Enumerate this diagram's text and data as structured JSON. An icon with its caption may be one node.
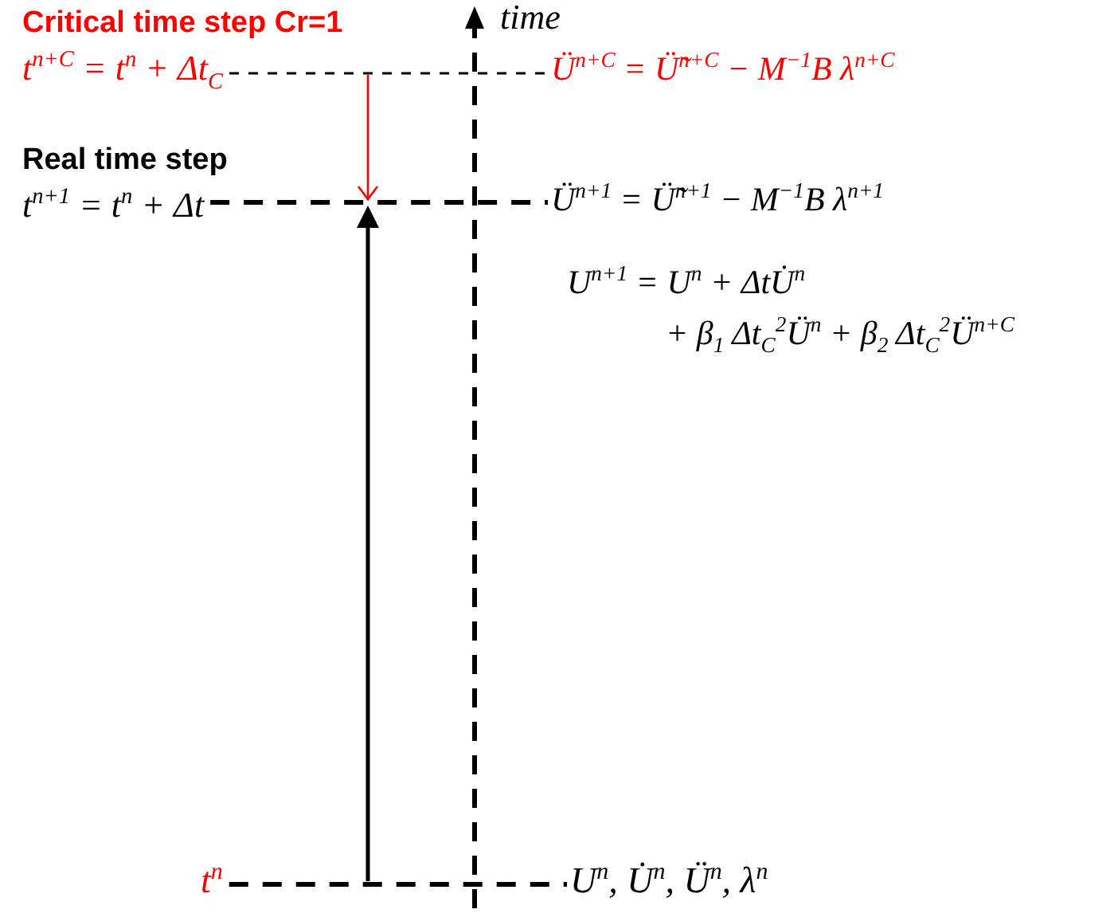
{
  "diagram": {
    "nodes": [
      {
        "text": [
          "Critical time step Cr=1",
          "t$^{n+C}$ = t$^{n}$ + Δt$_{C}$"
        ]
      },
      {
        "text": [
          "Real time step",
          "t$^{n+1}$ = t$^{n}$ + Δt"
        ]
      },
      {
        "text": [
          "t$^{n}$"
        ]
      },
      {
        "text": [
          "Ü$^{n+C}$ = Ü̃$^{n+C}$ − M$^{−1}$B λ$^{n+C}$"
        ]
      },
      {
        "text": [
          "Ü$^{n+1}$ = Ü̃$^{n+1}$ − M$^{−1}$B λ$^{n+1}$"
        ]
      },
      {
        "text": [
          "U$^{n+1}$ = U$^{n}$ + ΔtU̇$^{n}$",
          "+ β$_{1}$ Δt$_{C}$$^{2}$Ü$^{n}$ + β$_{2}$ Δt$_{C}$$^{2}$Ü$^{n+C}$"
        ]
      },
      {
        "text": [
          "U$^{n}$, U̇$^{n}$, Ü$^{n}$, λ$^{n}$"
        ]
      }
    ],
    "edges": [
      {
        "from": 0,
        "to": 3,
        "arrow": "none",
        "style": "dashed"
      },
      {
        "from": 1,
        "to": 4,
        "arrow": "none",
        "style": "dashed"
      },
      {
        "from": 2,
        "to": 6,
        "arrow": "none",
        "style": "dashed"
      }
    ],
    "labels": [
      "time"
    ]
  }
}
